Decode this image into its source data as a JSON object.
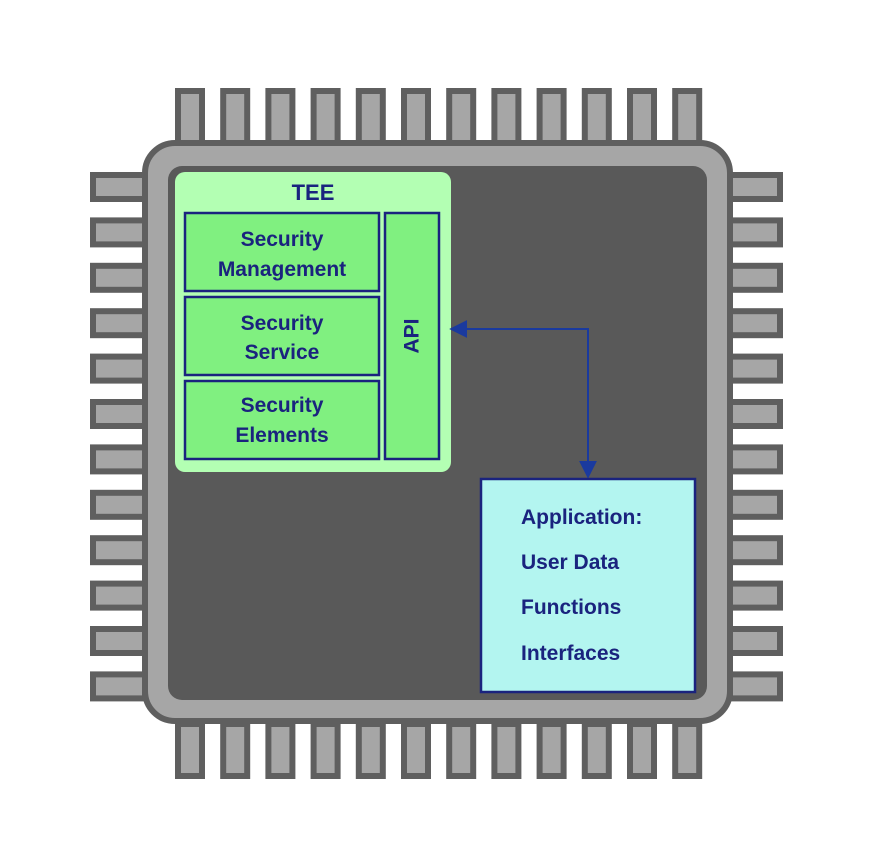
{
  "tee": {
    "title": "TEE",
    "blocks": [
      {
        "line1": "Security",
        "line2": "Management"
      },
      {
        "line1": "Security",
        "line2": "Service"
      },
      {
        "line1": "Security",
        "line2": "Elements"
      }
    ],
    "api_label": "API"
  },
  "application": {
    "lines": [
      "Application:",
      "User Data",
      "Functions",
      "Interfaces"
    ]
  },
  "colors": {
    "pin_fill": "#a6a6a6",
    "pin_stroke": "#5f5f5f",
    "chip_outer": "#a6a6a6",
    "chip_inner": "#595959",
    "tee_fill": "#b3ffb3",
    "block_fill": "#80f080",
    "block_stroke": "#1a237e",
    "app_fill": "#b3f5f0",
    "text": "#1a237e",
    "arrow": "#1a3a9e"
  }
}
